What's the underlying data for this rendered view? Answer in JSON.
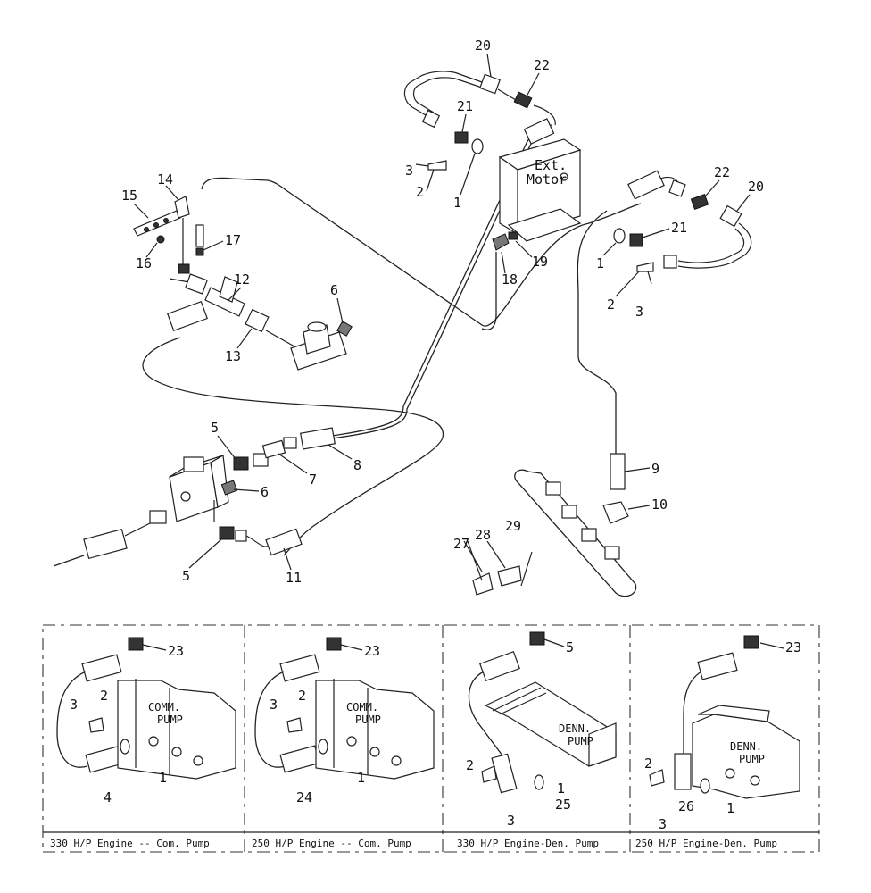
{
  "diagram": {
    "motor_label": [
      "Ext.",
      "Motor"
    ],
    "parts": {
      "p1a": "1",
      "p1b": "1",
      "p2a": "2",
      "p2b": "2",
      "p3a": "3",
      "p3b": "3",
      "p5a": "5",
      "p5b": "5",
      "p6a": "6",
      "p6b": "6",
      "p7": "7",
      "p8": "8",
      "p9": "9",
      "p10": "10",
      "p11": "11",
      "p12": "12",
      "p13": "13",
      "p14": "14",
      "p15": "15",
      "p16": "16",
      "p17": "17",
      "p18": "18",
      "p19": "19",
      "p20a": "20",
      "p20b": "20",
      "p21a": "21",
      "p21b": "21",
      "p22a": "22",
      "p22b": "22",
      "p27": "27",
      "p28": "28",
      "p29": "29"
    },
    "panels": [
      {
        "caption": "330 H/P Engine -- Com. Pump",
        "pump_label": [
          "COMM.",
          "PUMP"
        ],
        "parts": {
          "a": "23",
          "b": "2",
          "c": "3",
          "d": "4",
          "e": "1"
        }
      },
      {
        "caption": "250 H/P Engine -- Com. Pump",
        "pump_label": [
          "COMM.",
          "PUMP"
        ],
        "parts": {
          "a": "23",
          "b": "2",
          "c": "3",
          "d": "24",
          "e": "1"
        }
      },
      {
        "caption": "330 H/P Engine-Den. Pump",
        "pump_label": [
          "DENN.",
          "PUMP"
        ],
        "parts": {
          "a": "5",
          "b": "2",
          "c": "3",
          "d": "25",
          "e": "1"
        }
      },
      {
        "caption": "250 H/P Engine-Den. Pump",
        "pump_label": [
          "DENN.",
          "PUMP"
        ],
        "parts": {
          "a": "23",
          "b": "2",
          "c": "3",
          "d": "26",
          "e": "1"
        }
      }
    ]
  }
}
